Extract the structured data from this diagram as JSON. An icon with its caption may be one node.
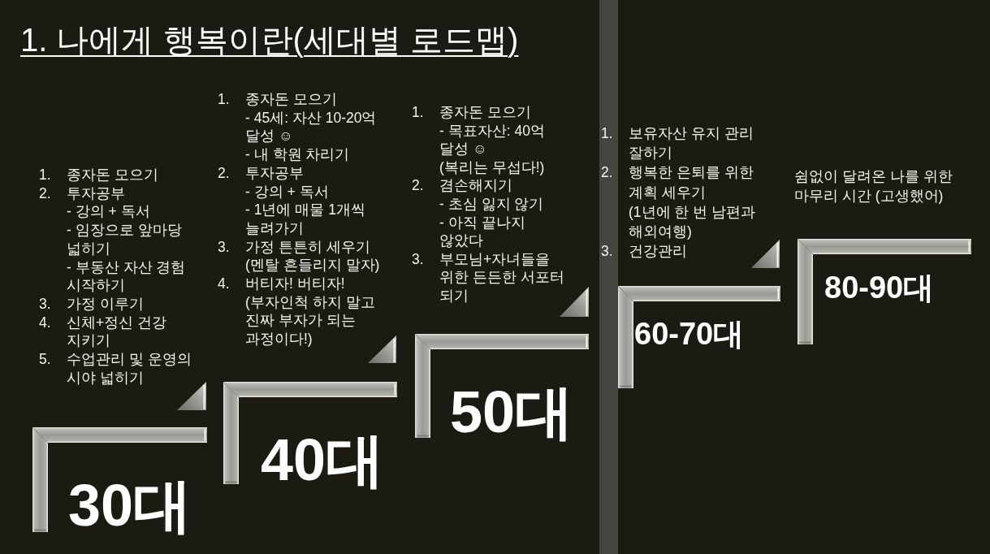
{
  "diagram": {
    "title": "1. 나에게 행복이란(세대별 로드맵)",
    "nodes": [
      {
        "text": [
          "30대"
        ],
        "beside": [
          "1. 종자돈 모으기",
          "2. 투자공부",
          "- 강의 + 독서",
          "- 임장으로 앞마당 넓히기",
          "- 부동산 자산 경험 시작하기",
          "3. 가정 이루기",
          "4. 신체+정신 건강 지키기",
          "5. 수업관리 및 운영의 시야 넓히기"
        ]
      },
      {
        "text": [
          "40대"
        ],
        "beside": [
          "1. 종자돈 모으기",
          "- 45세: 자산 10-20억 달성 ☺",
          "- 내 학원 차리기",
          "2. 투자공부",
          "- 강의 + 독서",
          "- 1년에 매물 1개씩 늘려가기",
          "3. 가정 튼튼히 세우기",
          "(멘탈 흔들리지 말자)",
          "4. 버티자! 버티자!",
          "(부자인척 하지 말고 진짜 부자가 되는 과정이다!)"
        ]
      },
      {
        "text": [
          "50대"
        ],
        "beside": [
          "1. 종자돈 모으기",
          "- 목표자산: 40억 달성 ☺",
          "(복리는 무섭다!)",
          "2. 겸손해지기",
          "- 초심 잃지 않기",
          "- 아직 끝나지 않았다",
          "3. 부모님+자녀들을 위한 든든한 서포터 되기"
        ]
      },
      {
        "text": [
          "60-70대"
        ],
        "beside": [
          "1. 보유자산 유지 관리 잘하기",
          "2. 행복한 은퇴를 위한 계획 세우기",
          "(1년에 한 번 남편과 해외여행)",
          "3. 건강관리"
        ]
      },
      {
        "text": [
          "80-90대"
        ],
        "beside": [
          "쉼없이 달려온 나를 위한 마무리 시간 (고생했어)"
        ]
      },
      {
        "text": [],
        "shape": "bar"
      }
    ]
  }
}
